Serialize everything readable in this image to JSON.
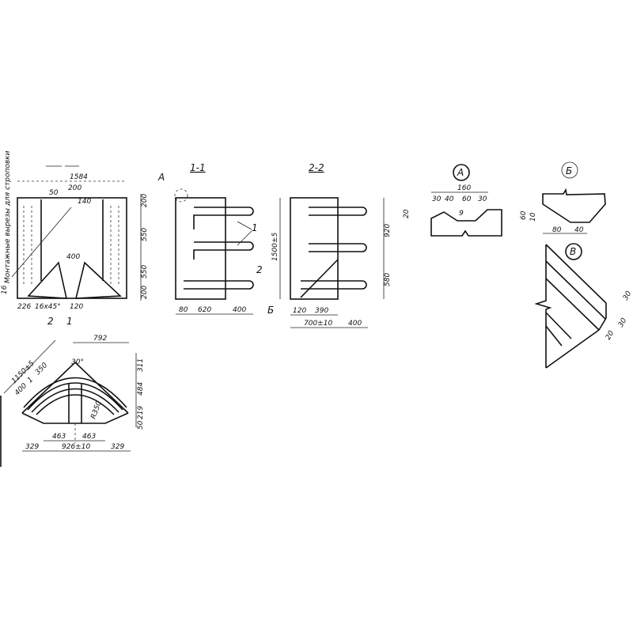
{
  "front_view": {
    "width": "1584",
    "top_offset": "50",
    "top_notch": "200",
    "notch_depth": "140",
    "right_dims": [
      "200",
      "550",
      "550",
      "200"
    ],
    "gap": "400",
    "left_bottom": "226",
    "chamfer": "16x45°",
    "bottom_gap": "120",
    "corner": "16",
    "side_note": "Монтажные вырезы для строповки",
    "cut_labels": [
      "2",
      "1"
    ]
  },
  "section_1_1": {
    "title": "1-1",
    "detail_ref": "А",
    "callouts": [
      "1",
      "2"
    ],
    "dims": [
      "80",
      "620",
      "400"
    ]
  },
  "section_2_2": {
    "title": "2-2",
    "detail_ref": "Б",
    "height": "1500±5",
    "right_dims": [
      "920",
      "580"
    ],
    "dims": [
      "120",
      "390",
      "700±10",
      "400"
    ]
  },
  "detail_a": {
    "label": "А",
    "total": "160",
    "dims": [
      "30",
      "40",
      "60",
      "30"
    ],
    "depth": "20",
    "small": "9"
  },
  "detail_b": {
    "label": "Б",
    "height": "60",
    "step": "10",
    "dims": [
      "80",
      "40"
    ]
  },
  "detail_v": {
    "label": "В",
    "dims": [
      "30",
      "30",
      "20"
    ]
  },
  "plan_view": {
    "top": "792",
    "diag": "1150±5",
    "diag_parts": [
      "400",
      "1",
      "350"
    ],
    "angle": "30°",
    "radius": "R350",
    "right_dims": [
      "311",
      "484",
      "219",
      "50"
    ],
    "halves": [
      "463",
      "463"
    ],
    "bottom": [
      "329",
      "926±10",
      "329"
    ]
  }
}
